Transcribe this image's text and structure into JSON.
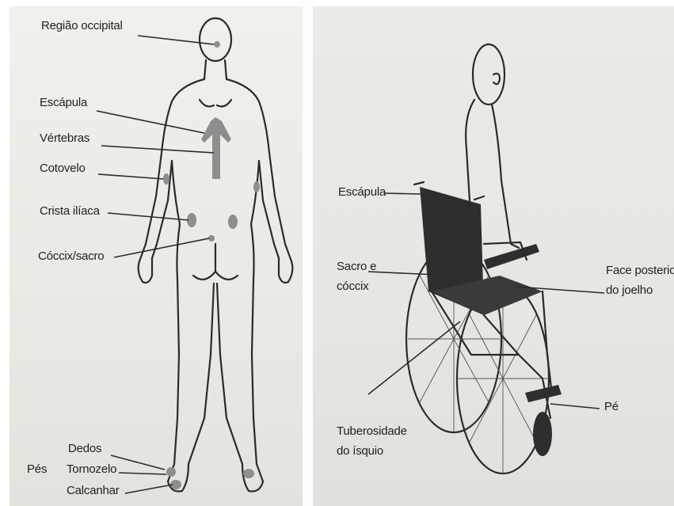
{
  "left_figure": {
    "labels": {
      "occipital": "Região occipital",
      "scapula": "Escápula",
      "vertebrae": "Vértebras",
      "elbow": "Cotovelo",
      "iliac_crest": "Crista ilíaca",
      "coccyx_sacrum": "Cóccix/sacro",
      "toes": "Dedos",
      "feet": "Pés",
      "ankle": "Tornozelo",
      "heel": "Calcanhar"
    }
  },
  "right_figure": {
    "labels": {
      "scapula": "Escápula",
      "sacrum_line1": "Sacro e",
      "sacrum_line2": "cóccix",
      "knee_line1": "Face posterior",
      "knee_line2": "do joelho",
      "foot": "Pé",
      "ischial_line1": "Tuberosidade",
      "ischial_line2": "do ísquio"
    }
  },
  "colors": {
    "pressure_spot": "#8e8e8e",
    "outline": "#2b2b2b",
    "page_background": "#ecebe7"
  }
}
